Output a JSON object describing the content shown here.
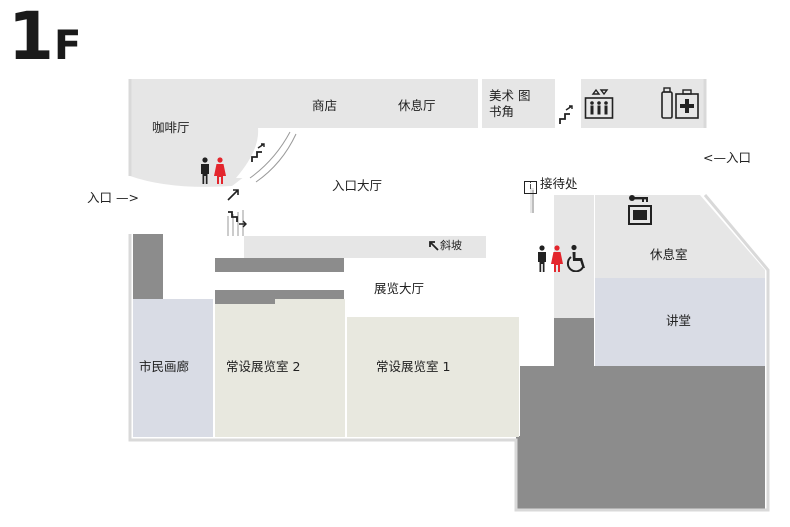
{
  "floor": {
    "number": "1",
    "suffix": "F"
  },
  "rooms": {
    "cafe": "咖啡厅",
    "shop": "商店",
    "lounge_top": "休息厅",
    "art_library": "美术 图书角",
    "entrance_hall": "入口大厅",
    "reception": "接待处",
    "reception_icon": "i",
    "slope": "斜坡",
    "exhibition_hall": "展览大厅",
    "break_room": "休息室",
    "lecture_hall": "讲堂",
    "citizen_gallery": "市民画廊",
    "permanent_room_2": "常设展览室 2",
    "permanent_room_1": "常设展览室 1"
  },
  "entrances": {
    "west": "入口 —>",
    "east": "<—入口"
  },
  "icons": {
    "restroom_left": "restroom-icon",
    "restroom_right": "restroom-icon",
    "accessible": "wheelchair-icon",
    "elevator": "elevator-icon",
    "first_aid": "first-aid-icon",
    "coin_locker": "locker-icon",
    "stairs_up": "stairs-icon",
    "escalator": "escalator-icon",
    "slope_arrow": "arrow-up-left-icon"
  },
  "colors": {
    "wall_light": "#e6e6e6",
    "wall_dark": "#8c8c8c",
    "exhibit_room": "#e8e8df",
    "gallery_blue": "#d9dce5",
    "accent_red": "#e3262d",
    "ink": "#222222"
  }
}
